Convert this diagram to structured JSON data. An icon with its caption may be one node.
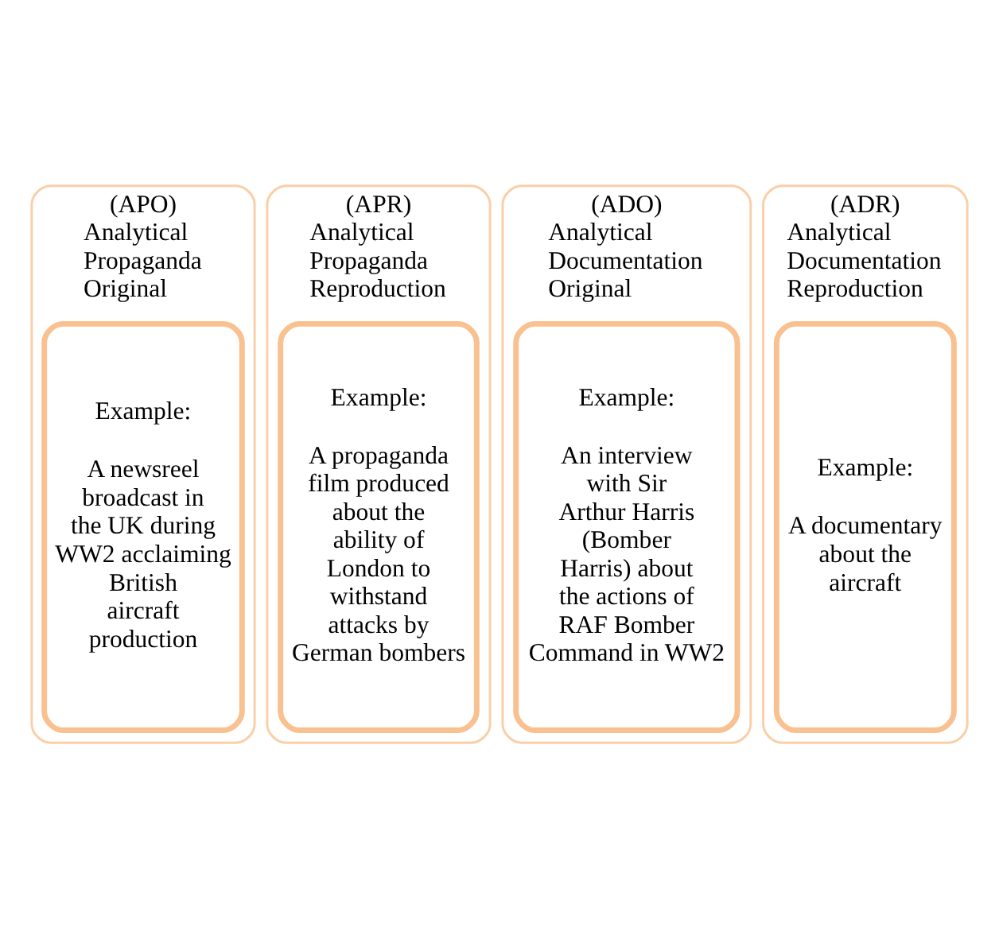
{
  "diagram": {
    "nodes": [
      {
        "text": [
          "(APO)",
          "Analytical Propaganda Original"
        ]
      },
      {
        "text": [
          "Example:",
          "A newsreel broadcast in the UK during WW2 acclaiming British aircraft production"
        ],
        "in": 0
      },
      {
        "text": [
          "(APR)",
          "Analytical Propaganda Reproduction"
        ]
      },
      {
        "text": [
          "Example:",
          "A propaganda film produced about the ability of London to withstand attacks by German bombers"
        ],
        "in": 2
      },
      {
        "text": [
          "(ADO)",
          "Analytical Documentation Original"
        ]
      },
      {
        "text": [
          "Example:",
          "An interview with Sir Arthur Harris (Bomber Harris) about the actions of RAF Bomber Command in WW2"
        ],
        "in": 4
      },
      {
        "text": [
          "(ADR)",
          "Analytical Documentation Reproduction"
        ]
      },
      {
        "text": [
          "Example:",
          "A documentary about the aircraft"
        ],
        "in": 6
      }
    ],
    "edges": []
  }
}
